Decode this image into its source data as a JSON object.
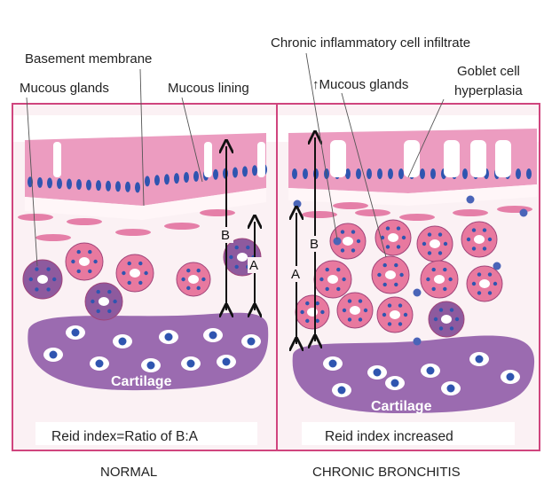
{
  "labels": {
    "basement_membrane": "Basement membrane",
    "mucous_glands_normal": "Mucous glands",
    "mucous_lining": "Mucous lining",
    "chronic_infiltrate": "Chronic inflammatory cell infiltrate",
    "increased_mucous_glands": "↑Mucous glands",
    "goblet_line1": "Goblet cell",
    "goblet_line2": "hyperplasia"
  },
  "panels": {
    "normal": {
      "cartilage": "Cartilage",
      "caption": "Reid index=Ratio of B:A",
      "title": "NORMAL",
      "arrow_b": "B",
      "arrow_a": "A"
    },
    "bronchitis": {
      "cartilage": "Cartilage",
      "caption": "Reid index increased",
      "title": "CHRONIC BRONCHITIS",
      "arrow_b": "B",
      "arrow_a": "A"
    }
  },
  "colors": {
    "frame": "#d0457e",
    "epithelium": "#e98bb3",
    "nucleus": "#2f55b0",
    "gland_pink": "#e8799f",
    "gland_purple": "#8e5a9e",
    "cartilage": "#9b6bb0"
  }
}
